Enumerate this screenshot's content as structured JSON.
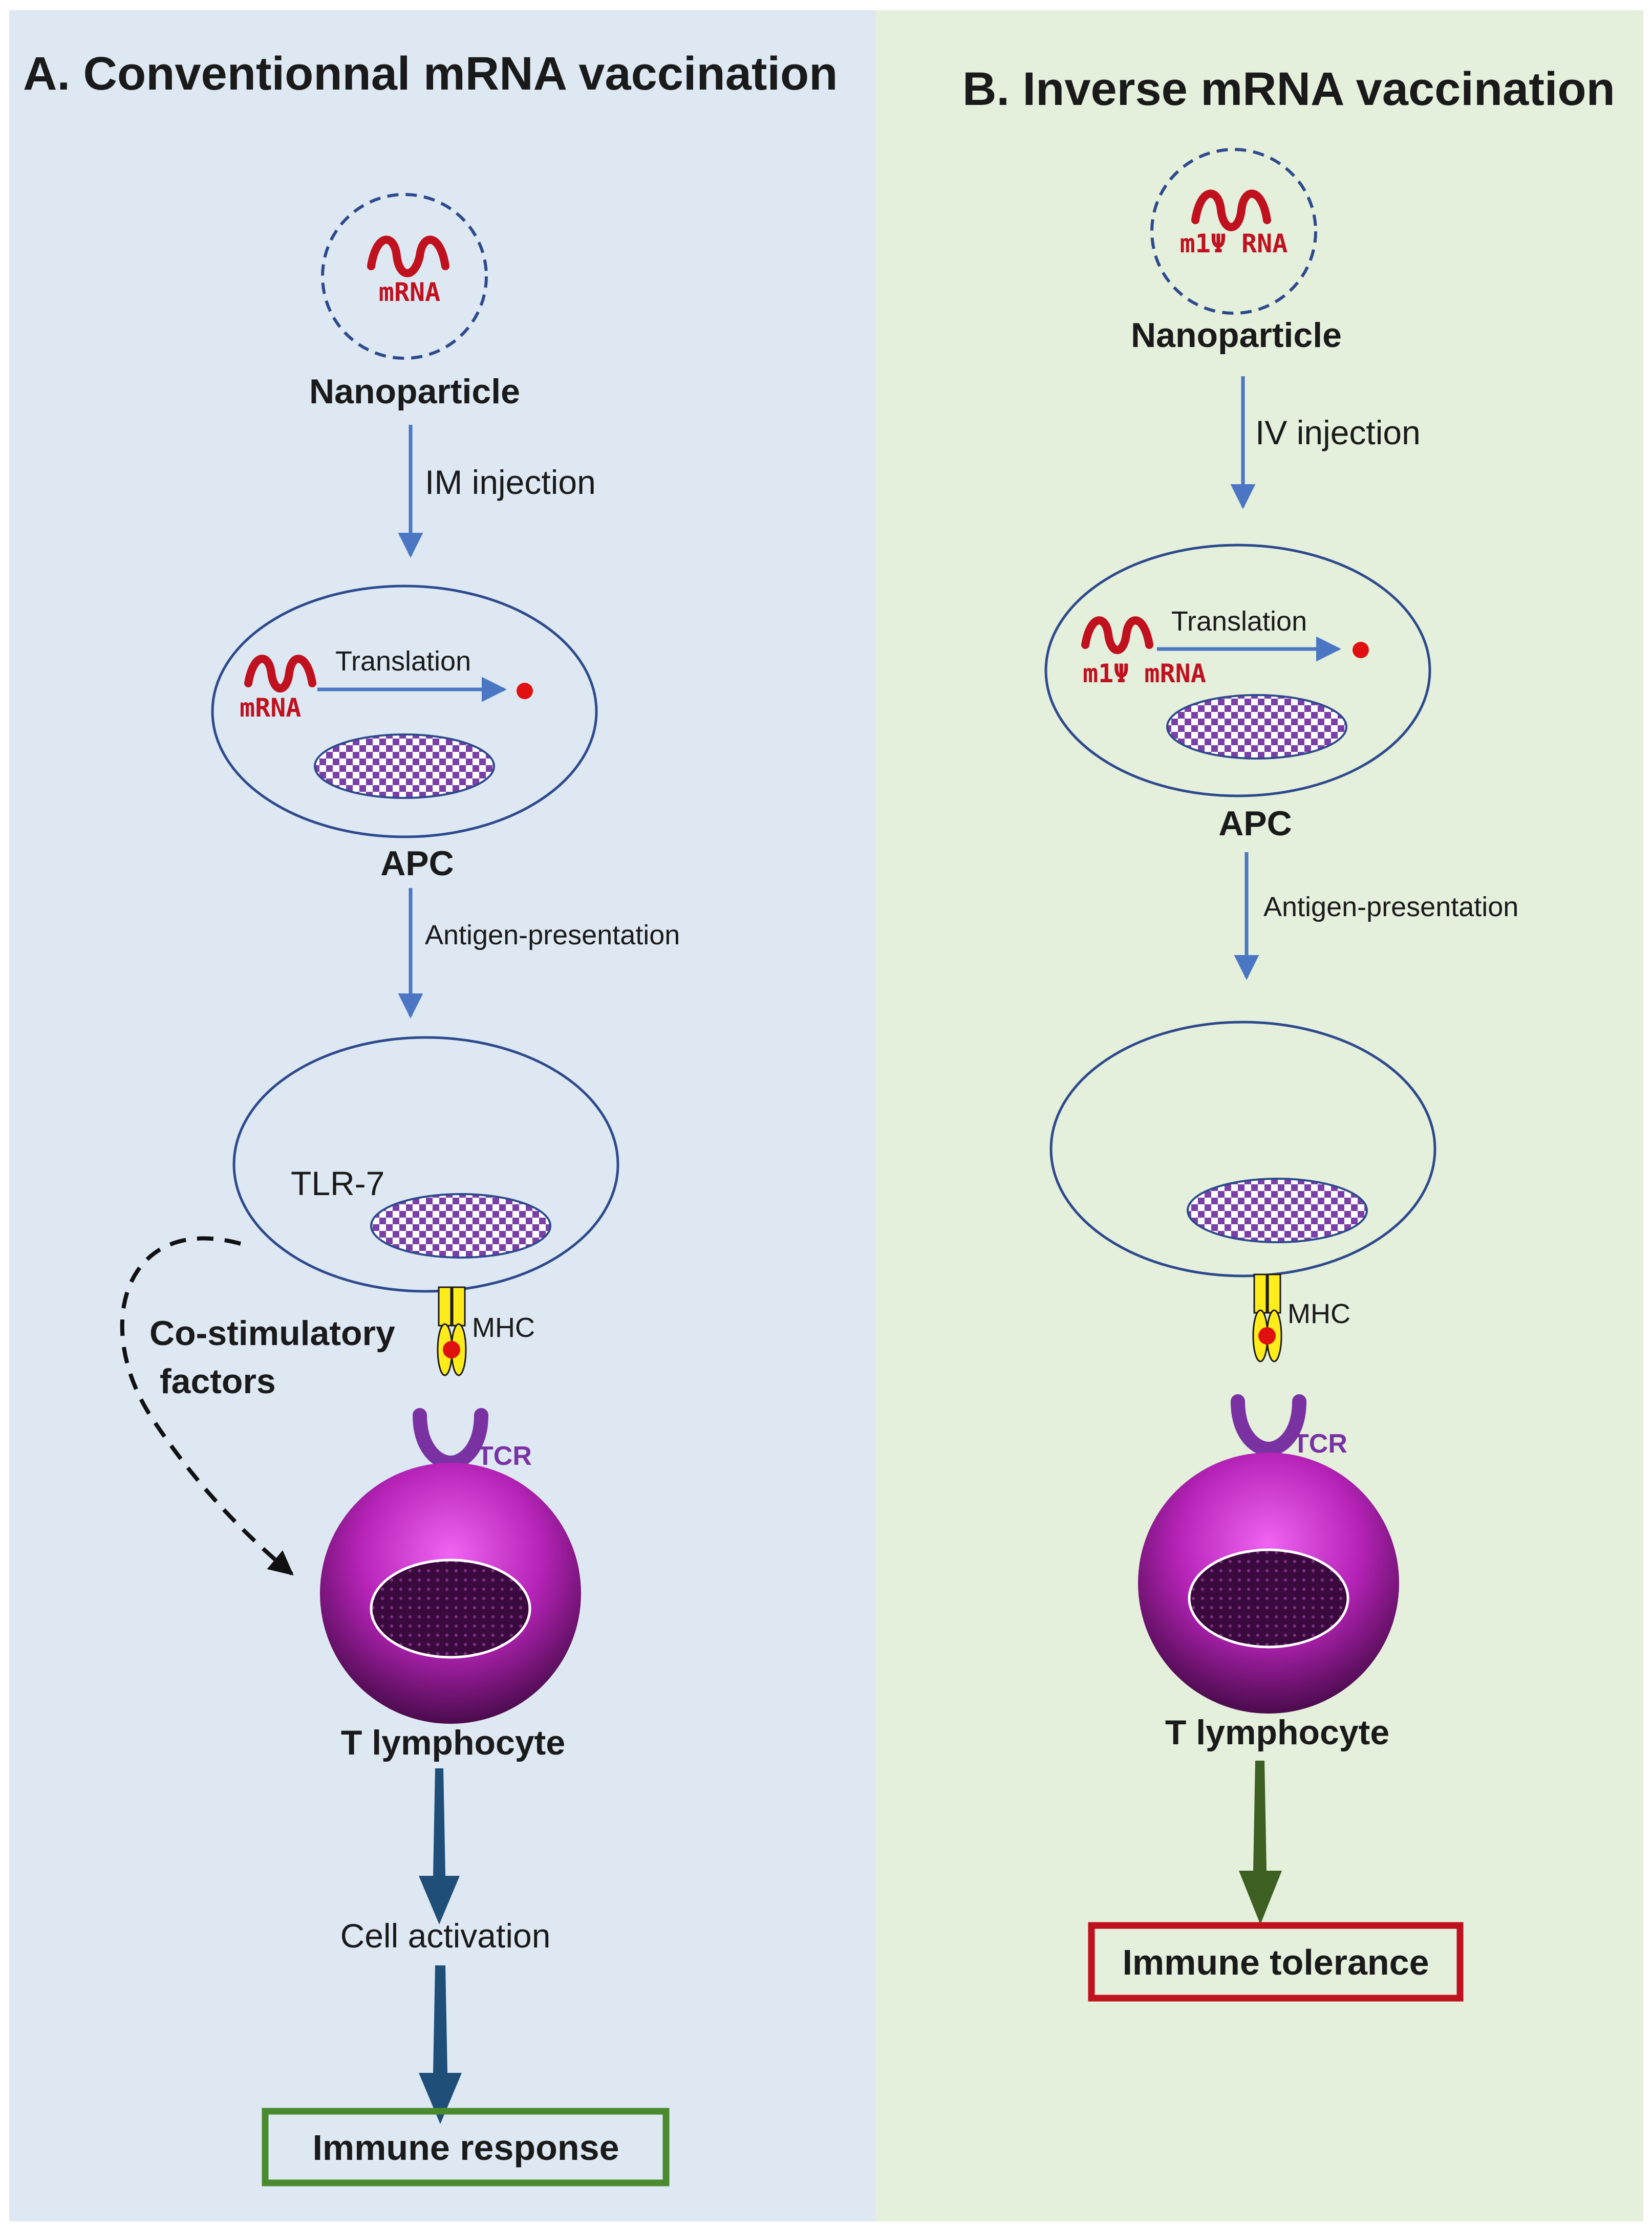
{
  "colors": {
    "panel_a_bg": "#dde8f3",
    "panel_b_bg": "#e4efdc",
    "arrow_blue": "#4a76c4",
    "membrane": "#2e4a8c",
    "rna_red": "#c0111e",
    "tcr_purple": "#7a32a3",
    "response_box": "#4a8a2e",
    "tolerance_box": "#c0111e",
    "fat_arrow_a": "#1f4e79",
    "fat_arrow_b": "#3d5f22"
  },
  "panel_a": {
    "title": "A. Conventionnal mRNA vaccination",
    "particle_rna": "mRNA",
    "nanoparticle": "Nanoparticle",
    "injection": "IM injection",
    "translation": "Translation",
    "apc_rna": "mRNA",
    "apc": "APC",
    "antigen_presentation": "Antigen-presentation",
    "tlr": "TLR-7",
    "costim_line1": "Co-stimulatory",
    "costim_line2": "factors",
    "mhc": "MHC",
    "tcr": "TCR",
    "t_lymphocyte": "T lymphocyte",
    "cell_activation": "Cell activation",
    "outcome": "Immune response"
  },
  "panel_b": {
    "title": "B. Inverse mRNA vaccination",
    "particle_rna": "m1Ψ RNA",
    "nanoparticle": "Nanoparticle",
    "injection": "IV injection",
    "translation": "Translation",
    "apc_rna": "m1Ψ mRNA",
    "apc": "APC",
    "antigen_presentation": "Antigen-presentation",
    "mhc": "MHC",
    "tcr": "TCR",
    "t_lymphocyte": "T lymphocyte",
    "outcome": "Immune tolerance"
  }
}
